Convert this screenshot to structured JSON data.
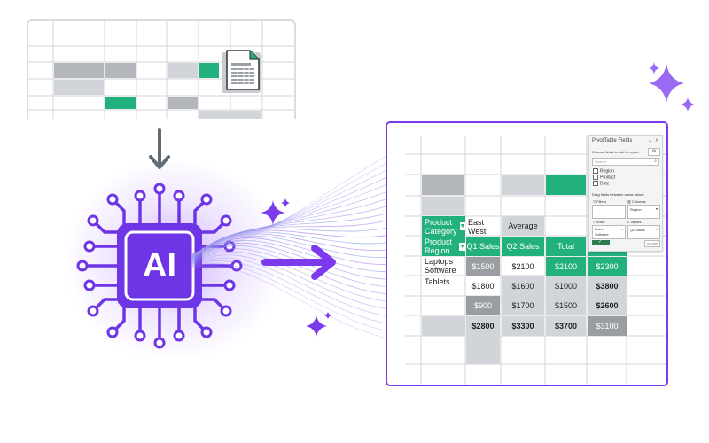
{
  "colors": {
    "accent_purple": "#7c3aed",
    "chip_purple": "#6d35e6",
    "green": "#22b07d",
    "light_gray": "#d1d4d8",
    "dark_gray": "#9a9ea3"
  },
  "icons": {
    "document": "document-icon",
    "down_arrow": "arrow-down-icon",
    "right_arrow": "arrow-right-icon",
    "sparkle": "sparkle-icon",
    "ai_chip": "ai-chip-icon"
  },
  "ai_label": "AI",
  "pivot": {
    "category_header": "Product Category",
    "region_header": "Product Region",
    "east_west": "East West",
    "average": "Average",
    "q1": "Q1 Sales",
    "q2": "Q2 Sales",
    "total": "Total",
    "laptops": "Laptops Software",
    "tablets": "Tablets",
    "rows": [
      [
        "$1500",
        "$2100",
        "$2100",
        "$2300"
      ],
      [
        "$1800",
        "$1600",
        "$1000",
        "$3800"
      ],
      [
        "$900",
        "$1700",
        "$1500",
        "$2600"
      ],
      [
        "$2800",
        "$3300",
        "$3700",
        "$3100"
      ]
    ]
  },
  "panel": {
    "title": "PivotTable Fields",
    "choose": "Choose fields to add to report:",
    "search": "Search",
    "fields": [
      "Region",
      "Product",
      "Date"
    ],
    "drag": "Drag fields between areas below:",
    "filters": "Filters",
    "columns": "Columns",
    "columns_value": "Region",
    "rows_label": "Rows",
    "rows_value_1": "Brand",
    "rows_value_2": "Software",
    "values_label": "Values",
    "values_value": "Q2 Sales",
    "update": "Update"
  }
}
